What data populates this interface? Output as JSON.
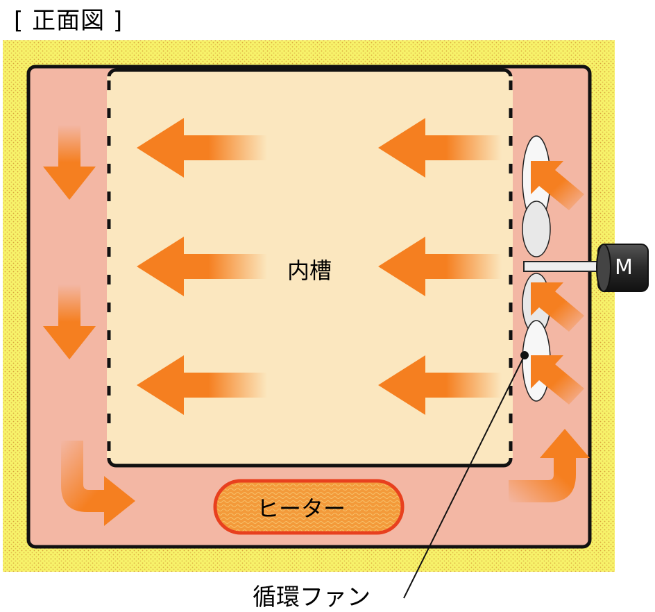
{
  "title": "[ 正面図 ]",
  "labels": {
    "chamber": "内槽",
    "heater": "ヒーター",
    "motor": "M",
    "fan": "循環ファン"
  },
  "colors": {
    "outer_insulation": "#f7f26a",
    "air_duct": "#f3b7a4",
    "inner_chamber": "#fbe7bf",
    "arrow": "#f57f20",
    "heater_fill": "#f39a3a",
    "heater_border": "#e8401e",
    "outline": "#111111",
    "motor": "#333333"
  },
  "icons": {
    "airflow": "arrow-icon",
    "fan": "fan-blade-icon",
    "motor": "motor-icon",
    "heater": "heater-icon"
  }
}
